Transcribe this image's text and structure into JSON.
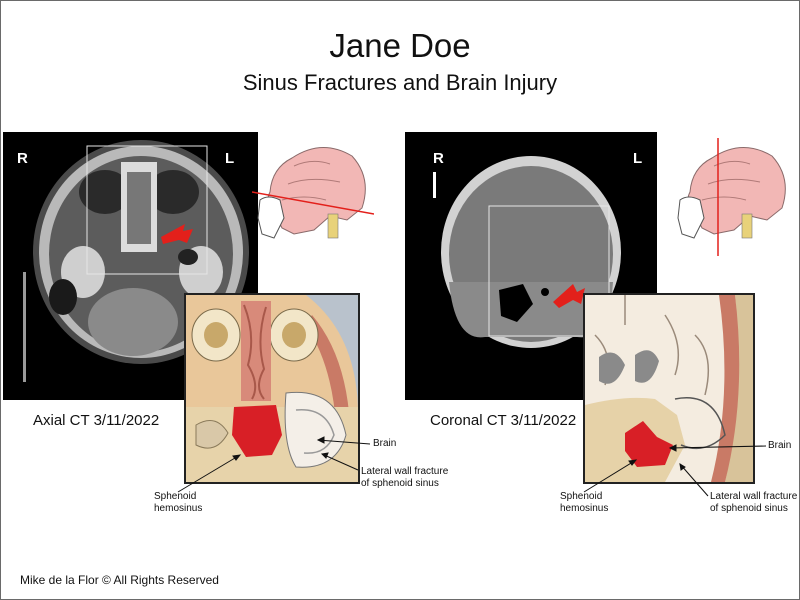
{
  "title": "Jane Doe",
  "subtitle": "Sinus Fractures and Brain Injury",
  "left_panel": {
    "caption": "Axial CT 3/11/2022",
    "marker_right": "R",
    "marker_left": "L",
    "labels": {
      "brain": "Brain",
      "fracture_line1": "Lateral wall fracture",
      "fracture_line2": "of sphenoid sinus",
      "hemosinus_line1": "Sphenoid",
      "hemosinus_line2": "hemosinus"
    }
  },
  "right_panel": {
    "caption": "Coronal CT 3/11/2022",
    "marker_right": "R",
    "marker_left": "L",
    "labels": {
      "brain": "Brain",
      "fracture_line1": "Lateral wall fracture",
      "fracture_line2": "of sphenoid sinus",
      "hemosinus_line1": "Sphenoid",
      "hemosinus_line2": "hemosinus"
    }
  },
  "footer": "Mike de la Flor © All Rights Reserved",
  "colors": {
    "arrow": "#e3201b",
    "hemorrhage": "#d81f26",
    "plane_line": "#e3201b",
    "brain_pink": "#f2b7b5"
  }
}
